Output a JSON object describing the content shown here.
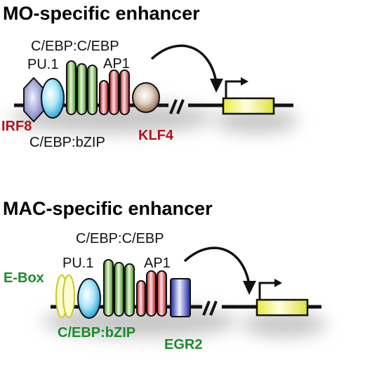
{
  "panels": [
    {
      "title": "MO-specific enhancer",
      "labels": {
        "cebp_cebp": "C/EBP:C/EBP",
        "pu1": "PU.1",
        "ap1": "AP1",
        "irf8": "IRF8",
        "cebp_bzip": "C/EBP:bZIP",
        "klf4": "KLF4"
      }
    },
    {
      "title": "MAC-specific enhancer",
      "labels": {
        "cebp_cebp": "C/EBP:C/EBP",
        "pu1": "PU.1",
        "ap1": "AP1",
        "ebox": "E-Box",
        "cebp_bzip": "C/EBP:bZIP",
        "egr2": "EGR2"
      }
    }
  ],
  "colors": {
    "red_factor_label": "#b0141e",
    "green_factor_label": "#1a8c2c",
    "gene_box": "#d4dc1e"
  }
}
